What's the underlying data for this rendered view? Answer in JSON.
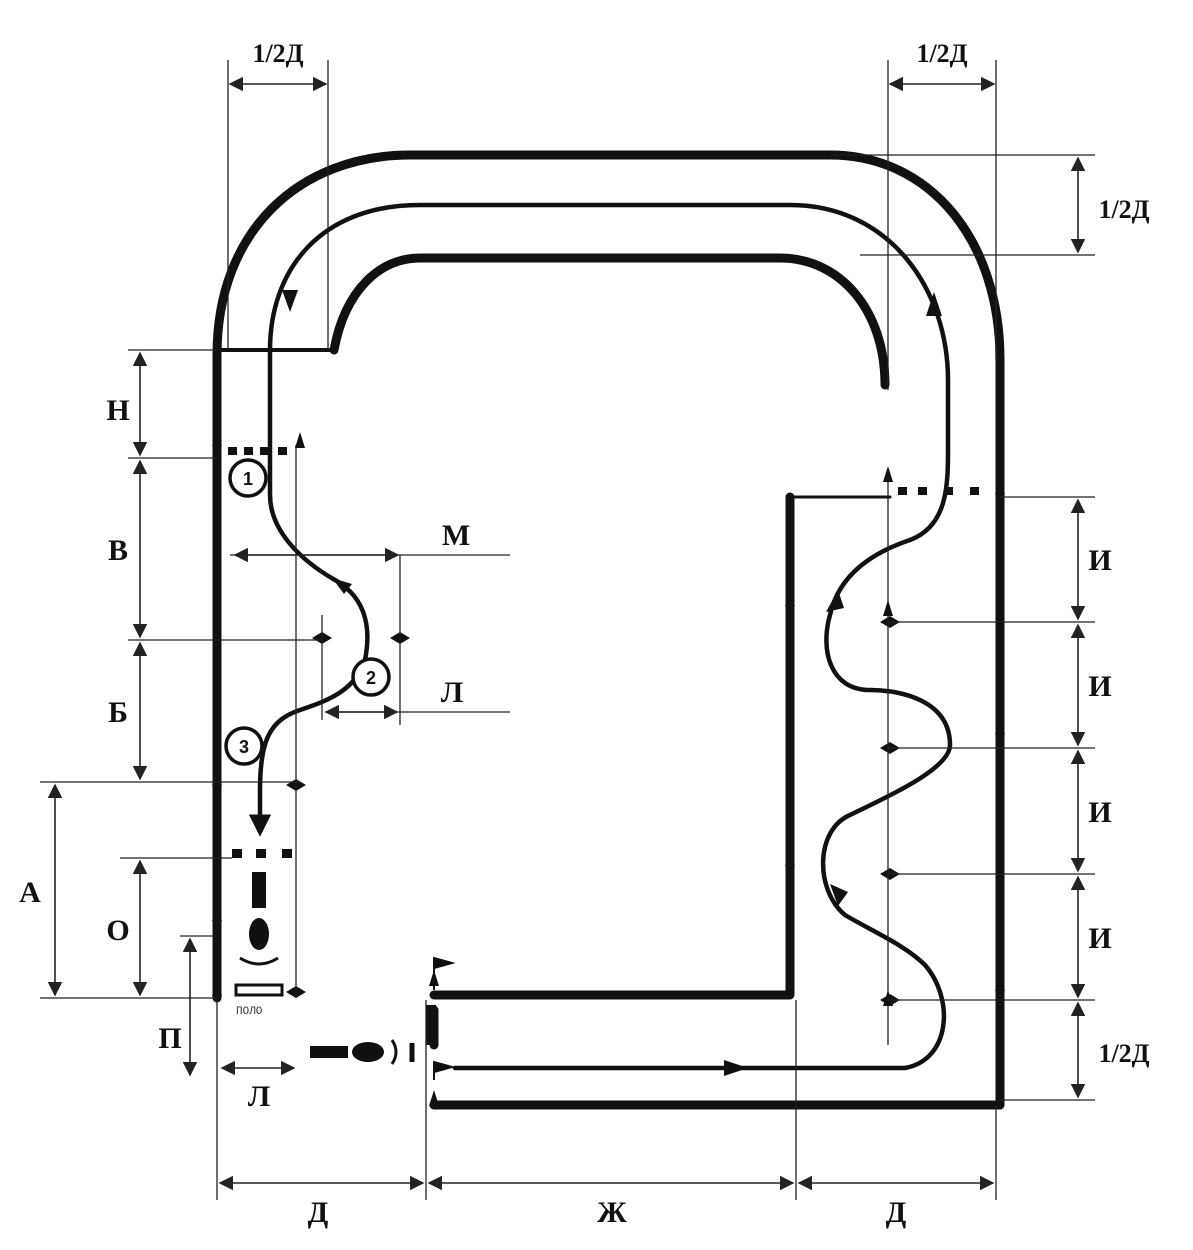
{
  "dimensions": {
    "half_d_top_left": "1/2Д",
    "half_d_top_right": "1/2Д",
    "half_d_right_top": "1/2Д",
    "half_d_right_bottom": "1/2Д",
    "n": "Н",
    "v": "В",
    "b": "Б",
    "a": "А",
    "o": "О",
    "p": "П",
    "l_bottom": "Л",
    "l_mid": "Л",
    "m": "М",
    "i_1": "И",
    "i_2": "И",
    "i_3": "И",
    "i_4": "И",
    "d_left": "Д",
    "zh": "Ж",
    "d_right": "Д"
  },
  "markers": {
    "m1": "1",
    "m2": "2",
    "m3": "3"
  },
  "stop_line_text": "ПОЛО",
  "colors": {
    "ink": "#111111",
    "background": "#ffffff"
  }
}
